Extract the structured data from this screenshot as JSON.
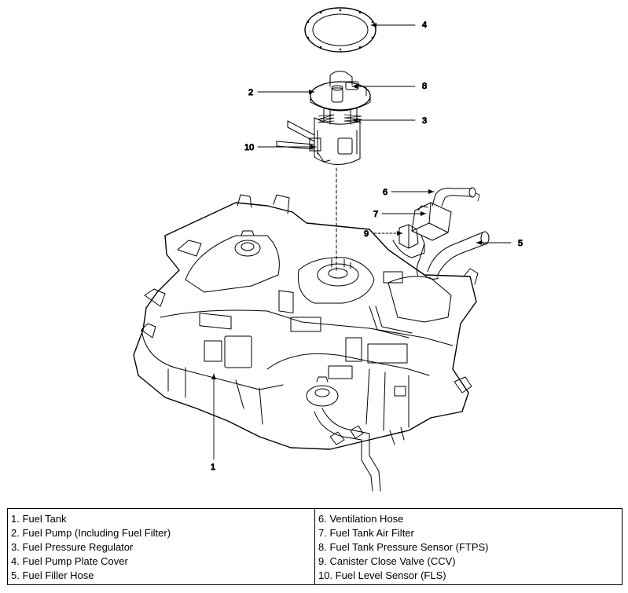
{
  "callouts": {
    "c1": "1",
    "c2": "2",
    "c3": "3",
    "c4": "4",
    "c5": "5",
    "c6": "6",
    "c7": "7",
    "c8": "8",
    "c9": "9",
    "c10": "10"
  },
  "legend": {
    "left": [
      "1. Fuel Tank",
      "2. Fuel Pump (Including Fuel Filter)",
      "3. Fuel Pressure Regulator",
      "4. Fuel Pump Plate Cover",
      "5. Fuel Filler Hose"
    ],
    "right": [
      "6. Ventilation Hose",
      "7. Fuel Tank Air Filter",
      "8. Fuel Tank Pressure Sensor (FTPS)",
      "9. Canister Close Valve (CCV)",
      "10. Fuel Level Sensor (FLS)"
    ]
  },
  "colors": {
    "line": "#000000",
    "background": "#ffffff"
  }
}
